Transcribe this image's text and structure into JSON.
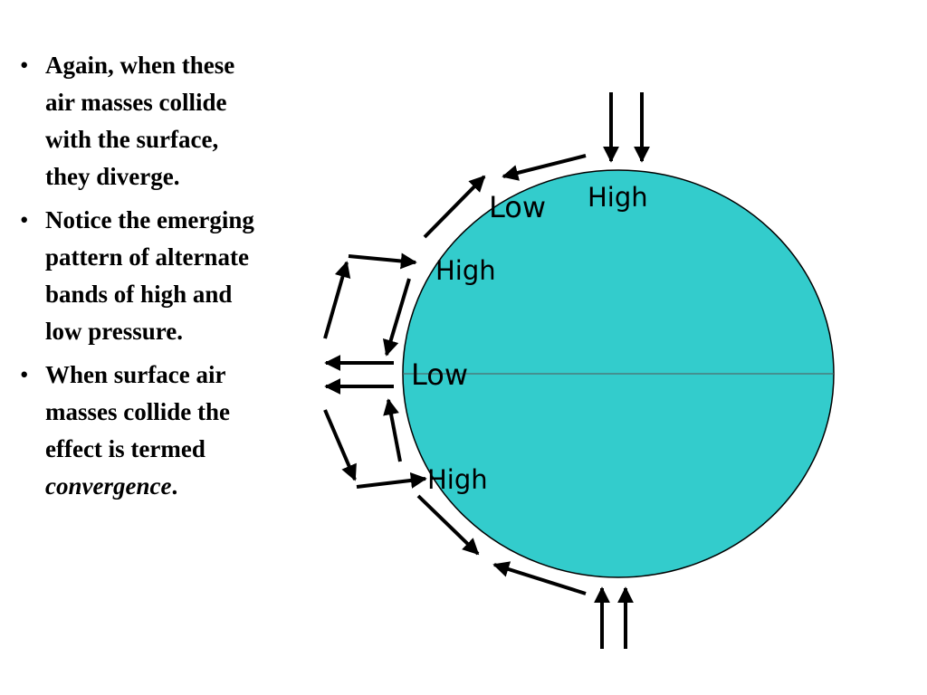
{
  "bullets": [
    {
      "text": "Again, when these air masses collide with the surface, they diverge."
    },
    {
      "text": "Notice the emerging pattern of alternate bands of high and low pressure."
    },
    {
      "text_before": "When surface air masses collide the effect is termed ",
      "emphasis": "convergence",
      "text_after": "."
    }
  ],
  "bullet_marker": "•",
  "diagram": {
    "labels": {
      "low_top": "Low",
      "high_top": "High",
      "high_upper": "High",
      "low_equator": "Low",
      "high_lower": "High"
    },
    "colors": {
      "globe_fill": "#33CCCC",
      "globe_stroke": "#000000",
      "equator": "#555555",
      "arrow": "#000000"
    }
  }
}
